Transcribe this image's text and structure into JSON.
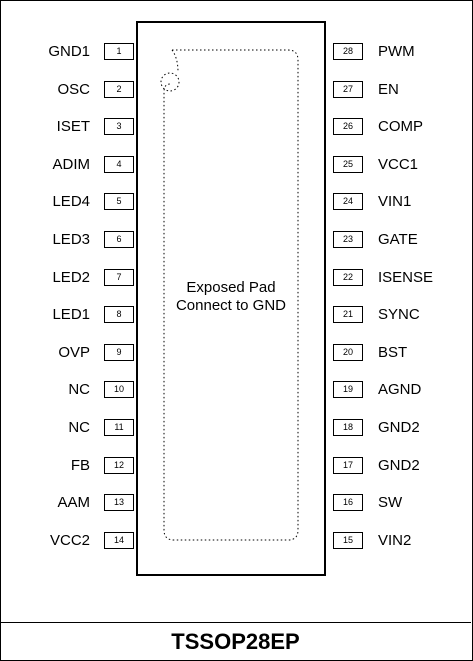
{
  "package": {
    "name": "TSSOP28EP"
  },
  "exposed_pad": {
    "line1": "Exposed Pad",
    "line2": "Connect to GND"
  },
  "pins_left": [
    {
      "num": "1",
      "name": "GND1"
    },
    {
      "num": "2",
      "name": "OSC"
    },
    {
      "num": "3",
      "name": "ISET"
    },
    {
      "num": "4",
      "name": "ADIM"
    },
    {
      "num": "5",
      "name": "LED4"
    },
    {
      "num": "6",
      "name": "LED3"
    },
    {
      "num": "7",
      "name": "LED2"
    },
    {
      "num": "8",
      "name": "LED1"
    },
    {
      "num": "9",
      "name": "OVP"
    },
    {
      "num": "10",
      "name": "NC"
    },
    {
      "num": "11",
      "name": "NC"
    },
    {
      "num": "12",
      "name": "FB"
    },
    {
      "num": "13",
      "name": "AAM"
    },
    {
      "num": "14",
      "name": "VCC2"
    }
  ],
  "pins_right": [
    {
      "num": "28",
      "name": "PWM"
    },
    {
      "num": "27",
      "name": "EN"
    },
    {
      "num": "26",
      "name": "COMP"
    },
    {
      "num": "25",
      "name": "VCC1"
    },
    {
      "num": "24",
      "name": "VIN1"
    },
    {
      "num": "23",
      "name": "GATE"
    },
    {
      "num": "22",
      "name": "ISENSE"
    },
    {
      "num": "21",
      "name": "SYNC"
    },
    {
      "num": "20",
      "name": "BST"
    },
    {
      "num": "19",
      "name": "AGND"
    },
    {
      "num": "18",
      "name": "GND2"
    },
    {
      "num": "17",
      "name": "GND2"
    },
    {
      "num": "16",
      "name": "SW"
    },
    {
      "num": "15",
      "name": "VIN2"
    }
  ]
}
